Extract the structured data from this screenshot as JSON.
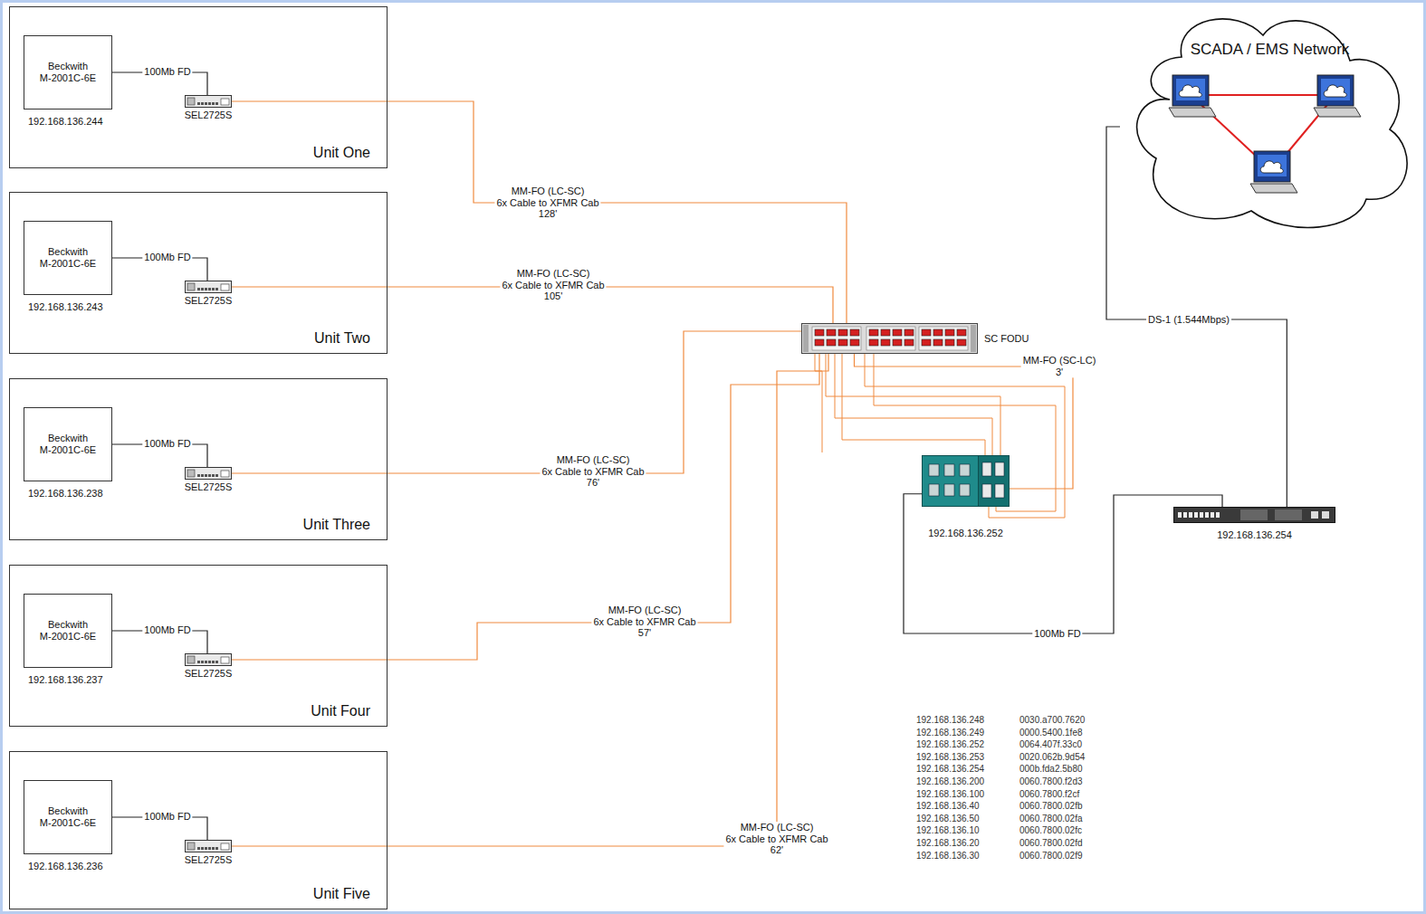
{
  "diagram": {
    "nodes": [
      {
        "text": [
          "Unit One"
        ]
      },
      {
        "text": [
          "Beckwith M-2001C-6E",
          "192.168.136.244"
        ],
        "in": 0
      },
      {
        "text": [
          "SEL2725S"
        ],
        "in": 0
      },
      {
        "text": [
          "Unit Two"
        ]
      },
      {
        "text": [
          "Beckwith M-2001C-6E",
          "192.168.136.243"
        ],
        "in": 3
      },
      {
        "text": [
          "SEL2725S"
        ],
        "in": 3
      },
      {
        "text": [
          "Unit Three"
        ]
      },
      {
        "text": [
          "Beckwith M-2001C-6E",
          "192.168.136.238"
        ],
        "in": 6
      },
      {
        "text": [
          "SEL2725S"
        ],
        "in": 6
      },
      {
        "text": [
          "Unit Four"
        ]
      },
      {
        "text": [
          "Beckwith M-2001C-6E",
          "192.168.136.237"
        ],
        "in": 9
      },
      {
        "text": [
          "SEL2725S"
        ],
        "in": 9
      },
      {
        "text": [
          "Unit Five"
        ]
      },
      {
        "text": [
          "Beckwith M-2001C-6E",
          "192.168.136.236"
        ],
        "in": 12
      },
      {
        "text": [
          "SEL2725S"
        ],
        "in": 12
      },
      {
        "text": [
          "SC FODU"
        ]
      },
      {
        "text": [
          "192.168.136.252"
        ]
      },
      {
        "text": [
          "192.168.136.254"
        ]
      },
      {
        "text": [
          "SCADA / EMS Network"
        ]
      }
    ],
    "edges": [
      {
        "from": 1,
        "to": 2,
        "label": "100Mb FD",
        "arrow": "none"
      },
      {
        "from": 2,
        "to": 15,
        "label": "MM-FO (LC-SC) 6x Cable to XFMR Cab 128'",
        "arrow": "none"
      },
      {
        "from": 4,
        "to": 5,
        "label": "100Mb FD",
        "arrow": "none"
      },
      {
        "from": 5,
        "to": 15,
        "label": "MM-FO (LC-SC) 6x Cable to XFMR Cab 105'",
        "arrow": "none"
      },
      {
        "from": 7,
        "to": 8,
        "label": "100Mb FD",
        "arrow": "none"
      },
      {
        "from": 8,
        "to": 15,
        "label": "MM-FO (LC-SC) 6x Cable to XFMR Cab 76'",
        "arrow": "none"
      },
      {
        "from": 10,
        "to": 11,
        "label": "100Mb FD",
        "arrow": "none"
      },
      {
        "from": 11,
        "to": 15,
        "label": "MM-FO (LC-SC) 6x Cable to XFMR Cab 57'",
        "arrow": "none"
      },
      {
        "from": 13,
        "to": 14,
        "label": "100Mb FD",
        "arrow": "none"
      },
      {
        "from": 14,
        "to": 15,
        "label": "MM-FO (LC-SC) 6x Cable to XFMR Cab 62'",
        "arrow": "none"
      },
      {
        "from": 15,
        "to": 16,
        "label": "MM-FO (SC-LC) 3'",
        "arrow": "none"
      },
      {
        "from": 16,
        "to": 17,
        "label": "100Mb FD",
        "arrow": "none"
      },
      {
        "from": 17,
        "to": 18,
        "label": "DS-1 (1.544Mbps)",
        "arrow": "none"
      }
    ],
    "labels": [
      "192.168.136.248",
      "0030.a700.7620",
      "192.168.136.249",
      "0000.5400.1fe8",
      "192.168.136.252",
      "0064.407f.33c0",
      "192.168.136.253",
      "0020.062b.9d54",
      "192.168.136.254",
      "000b.fda2.5b80",
      "192.168.136.200",
      "0060.7800.f2d3",
      "192.168.136.100",
      "0060.7800.f2cf",
      "192.168.136.40",
      "0060.7800.02fb",
      "192.168.136.50",
      "0060.7800.02fa",
      "192.168.136.10",
      "0060.7800.02fc",
      "192.168.136.20",
      "0060.7800.02fd",
      "192.168.136.30",
      "0060.7800.02f9"
    ]
  }
}
